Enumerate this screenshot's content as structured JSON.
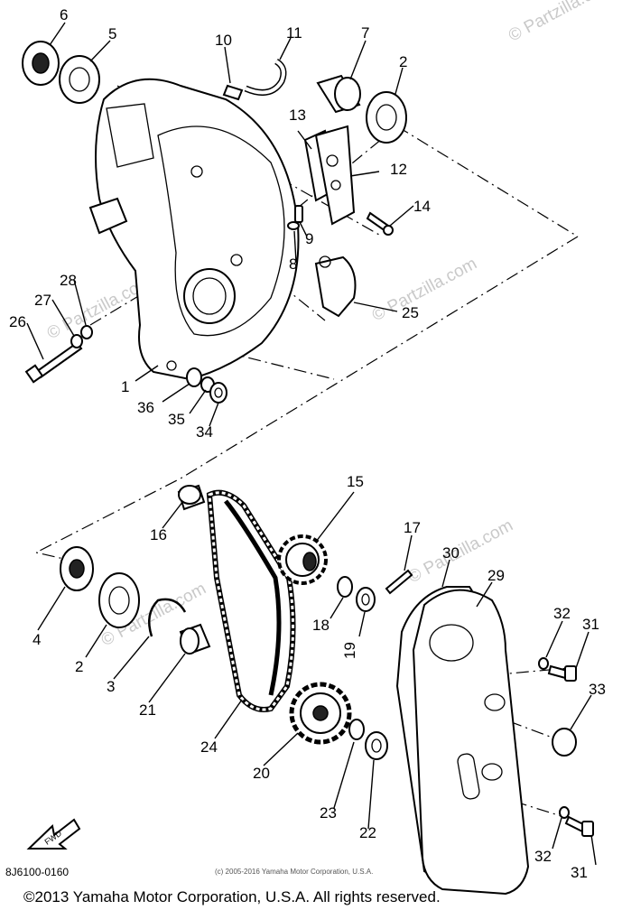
{
  "diagram_code": "8J6100-0160",
  "small_copyright": "(c) 2005-2016 Yamaha Motor Corporation, U.S.A.",
  "copyright": "©2013 Yamaha Motor Corporation, U.S.A. All rights reserved.",
  "watermark": "© Partzilla.com",
  "fwd_label": "FWD",
  "callouts": [
    "1",
    "2",
    "3",
    "4",
    "5",
    "6",
    "7",
    "8",
    "9",
    "10",
    "11",
    "12",
    "13",
    "14",
    "15",
    "16",
    "17",
    "18",
    "19",
    "20",
    "21",
    "22",
    "23",
    "24",
    "25",
    "26",
    "27",
    "28",
    "29",
    "30",
    "31",
    "32",
    "33",
    "34",
    "35",
    "36"
  ]
}
